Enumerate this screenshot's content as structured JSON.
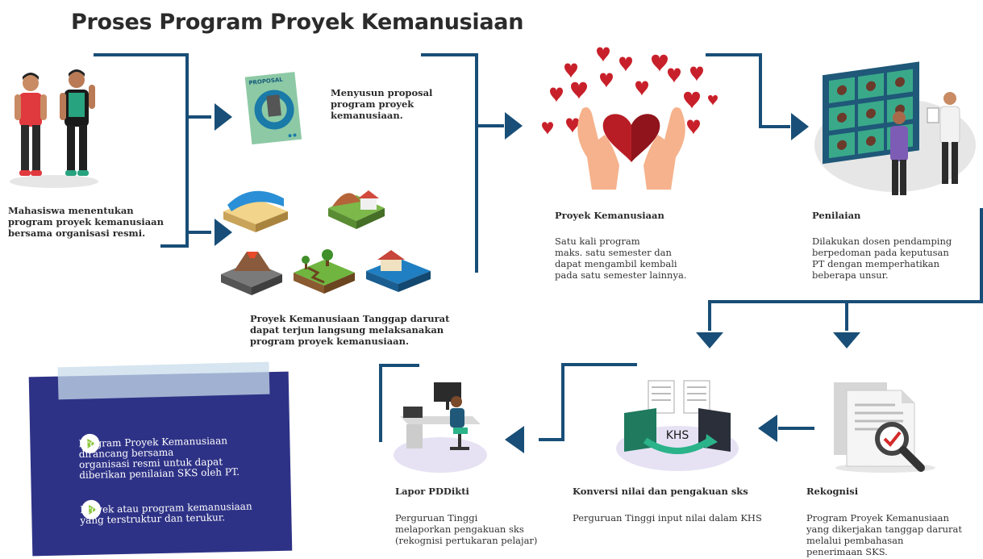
{
  "title": "Proses Program Proyek Kemanusiaan",
  "colors": {
    "line": "#184e77",
    "arrow": "#184e77",
    "note_bg": "#2e3286",
    "note_bullet": "#8cc63f"
  },
  "step1": {
    "lines": [
      "Mahasiswa menentukan",
      "program proyek kemanusiaan",
      "bersama organisasi resmi."
    ]
  },
  "proposal": {
    "cover_label": "PROPOSAL",
    "lines": [
      "Menyusun proposal",
      "program proyek",
      "kemanusiaan."
    ]
  },
  "disaster": {
    "lines": [
      "Proyek Kemanusiaan Tanggap darurat",
      "dapat terjun langsung melaksanakan",
      "program proyek kemanusiaan."
    ]
  },
  "proyek": {
    "heading": "Proyek Kemanusiaan",
    "lines": [
      "Satu kali program",
      "maks. satu semester dan",
      "dapat mengambil kembali",
      "pada satu semester lainnya."
    ]
  },
  "penilaian": {
    "heading": "Penilaian",
    "lines": [
      "Dilakukan dosen pendamping",
      "berpedoman pada keputusan",
      "PT dengan memperhatikan",
      "beberapa unsur."
    ]
  },
  "rekognisi": {
    "heading": "Rekognisi",
    "lines": [
      "Program Proyek Kemanusiaan",
      "yang dikerjakan tanggap darurat",
      "melalui pembahasan",
      "penerimaan SKS."
    ]
  },
  "konversi": {
    "heading": "Konversi nilai dan pengakuan sks",
    "lines": [
      "Perguruan Tinggi input nilai dalam KHS"
    ],
    "badge": "KHS"
  },
  "lapor": {
    "heading": "Lapor PDDikti",
    "lines": [
      "Perguruan Tinggi",
      "melaporkan pengakuan sks",
      "(rekognisi pertukaran pelajar)"
    ]
  },
  "note": {
    "items": [
      {
        "lines": [
          "Program Proyek Kemanusiaan",
          "dirancang bersama",
          "organisasi resmi untuk dapat",
          "diberikan penilaian SKS oleh PT."
        ]
      },
      {
        "lines": [
          "Proyek atau program kemanusiaan",
          "yang terstruktur dan terukur."
        ]
      }
    ]
  }
}
